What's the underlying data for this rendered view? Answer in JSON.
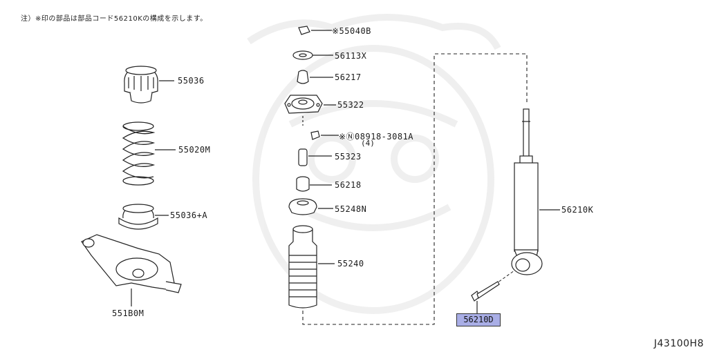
{
  "note": "注）※印の部品は部品コード56210Kの構成を示します。",
  "parts": {
    "p55036": "55036",
    "p55020m": "55020M",
    "p55036a": "55036+A",
    "p551b0m": "551B0M",
    "p55040b": "※55040B",
    "p56113x": "56113X",
    "p56217": "56217",
    "p55322": "55322",
    "p08918": "※Ⓝ08918-3081A",
    "p08918_qty": "(4)",
    "p55323": "55323",
    "p56218": "56218",
    "p55248n": "55248N",
    "p55240": "55240",
    "p56210k": "56210K",
    "p56210d": "56210D"
  },
  "highlight_color": "#a9aee6",
  "diagram_ref": "J43100H8"
}
